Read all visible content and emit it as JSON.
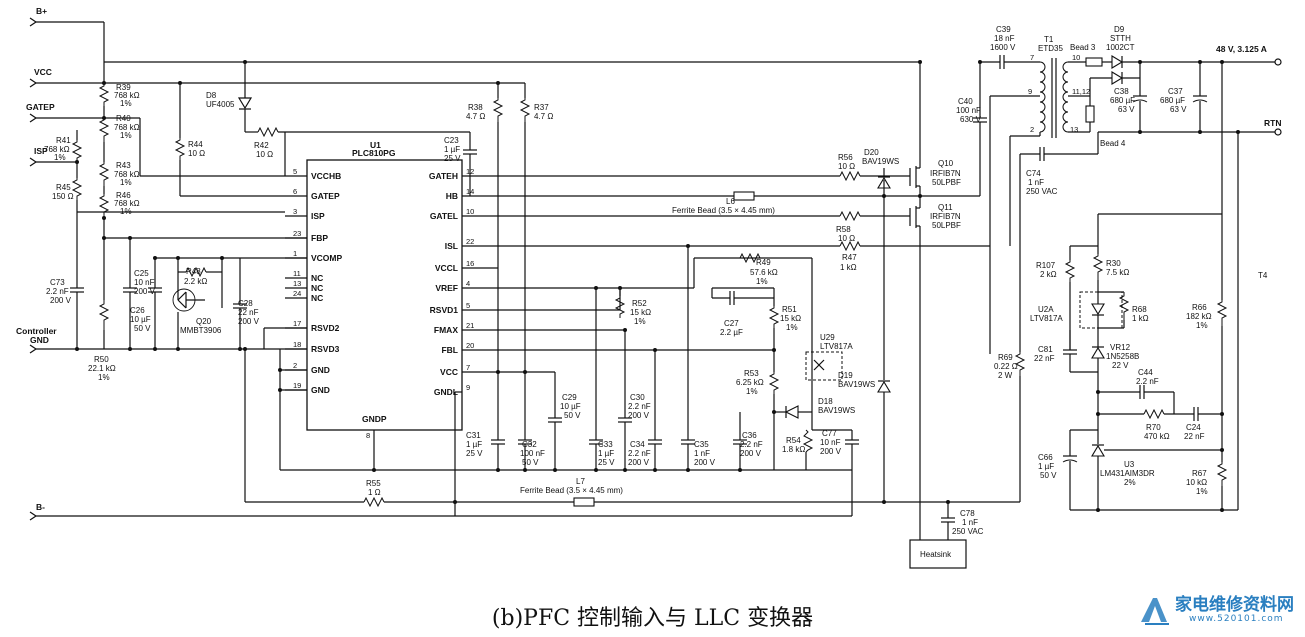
{
  "caption": "(b)PFC 控制输入与 LLC 变换器",
  "watermark": {
    "text": "家电维修资料网",
    "url": "www.520101.com"
  },
  "nets": {
    "bplus": "B+",
    "vcc": "VCC",
    "gatep": "GATEP",
    "isp": "ISP",
    "ctrl_gnd_1": "Controller",
    "ctrl_gnd_2": "GND",
    "bminus": "B-",
    "out": "48 V, 3.125 A",
    "rtn": "RTN"
  },
  "ic": {
    "ref": "U1",
    "part": "PLC810PG",
    "pins_left": [
      {
        "num": "5",
        "name": "VCCHB"
      },
      {
        "num": "6",
        "name": "GATEP"
      },
      {
        "num": "3",
        "name": "ISP"
      },
      {
        "num": "23",
        "name": "FBP"
      },
      {
        "num": "1",
        "name": "VCOMP"
      },
      {
        "num": "11",
        "name": "NC"
      },
      {
        "num": "13",
        "name": "NC"
      },
      {
        "num": "24",
        "name": "NC"
      },
      {
        "num": "17",
        "name": "RSVD2"
      },
      {
        "num": "18",
        "name": "RSVD3"
      },
      {
        "num": "2",
        "name": "GND"
      },
      {
        "num": "19",
        "name": "GND"
      }
    ],
    "pins_right": [
      {
        "num": "12",
        "name": "GATEH"
      },
      {
        "num": "14",
        "name": "HB"
      },
      {
        "num": "10",
        "name": "GATEL"
      },
      {
        "num": "22",
        "name": "ISL"
      },
      {
        "num": "16",
        "name": "VCCL"
      },
      {
        "num": "4",
        "name": "VREF"
      },
      {
        "num": "5",
        "name": "RSVD1"
      },
      {
        "num": "21",
        "name": "FMAX"
      },
      {
        "num": "20",
        "name": "FBL"
      },
      {
        "num": "7",
        "name": "VCC"
      },
      {
        "num": "9",
        "name": "GNDL"
      }
    ],
    "bottom_pin": {
      "num": "8",
      "name": "GNDP"
    }
  },
  "components": {
    "R39": {
      "ref": "R39",
      "v1": "768 kΩ",
      "v2": "1%"
    },
    "R40": {
      "ref": "R40",
      "v1": "768 kΩ",
      "v2": "1%"
    },
    "R41": {
      "ref": "R41",
      "v1": "768 kΩ",
      "v2": "1%"
    },
    "R43": {
      "ref": "R43",
      "v1": "768 kΩ",
      "v2": "1%"
    },
    "R46": {
      "ref": "R46",
      "v1": "768 kΩ",
      "v2": "1%"
    },
    "R45": {
      "ref": "R45",
      "v1": "150 Ω"
    },
    "R44": {
      "ref": "R44",
      "v1": "10 Ω"
    },
    "R42": {
      "ref": "R42",
      "v1": "10 Ω"
    },
    "D8": {
      "ref": "D8",
      "v1": "UF4005"
    },
    "R38": {
      "ref": "R38",
      "v1": "4.7 Ω"
    },
    "R37": {
      "ref": "R37",
      "v1": "4.7 Ω"
    },
    "C23": {
      "ref": "C23",
      "v1": "1 µF",
      "v2": "25 V"
    },
    "C73": {
      "ref": "C73",
      "v1": "2.2 nF",
      "v2": "200 V"
    },
    "R50": {
      "ref": "R50",
      "v1": "22.1 kΩ",
      "v2": "1%"
    },
    "C25": {
      "ref": "C25",
      "v1": "10 nF",
      "v2": "200 V"
    },
    "C26": {
      "ref": "C26",
      "v1": "10 µF",
      "v2": "50 V"
    },
    "R48": {
      "ref": "R48",
      "v1": "2.2 kΩ"
    },
    "Q20": {
      "ref": "Q20",
      "v1": "MMBT3906"
    },
    "C28": {
      "ref": "C28",
      "v1": "22 nF",
      "v2": "200 V"
    },
    "R56": {
      "ref": "R56",
      "v1": "10 Ω"
    },
    "D20": {
      "ref": "D20",
      "v1": "BAV19WS"
    },
    "Q10": {
      "ref": "Q10",
      "v1": "IRFIB7N",
      "v2": "50LPBF"
    },
    "Q11": {
      "ref": "Q11",
      "v1": "IRFIB7N",
      "v2": "50LPBF"
    },
    "L6": {
      "ref": "L6",
      "v1": "Ferrite Bead (3.5 × 4.45 mm)"
    },
    "R58": {
      "ref": "R58",
      "v1": "10 Ω"
    },
    "R47": {
      "ref": "R47",
      "v1": "1 kΩ"
    },
    "R49": {
      "ref": "R49",
      "v1": "57.6 kΩ",
      "v2": "1%"
    },
    "R52": {
      "ref": "R52",
      "v1": "15 kΩ",
      "v2": "1%"
    },
    "C27": {
      "ref": "C27",
      "v1": "2.2 µF"
    },
    "R51": {
      "ref": "R51",
      "v1": "15 kΩ",
      "v2": "1%"
    },
    "U29": {
      "ref": "U29",
      "v1": "LTV817A"
    },
    "R53": {
      "ref": "R53",
      "v1": "6.25 kΩ",
      "v2": "1%"
    },
    "D19": {
      "ref": "D19",
      "v1": "BAV19WS"
    },
    "D18": {
      "ref": "D18",
      "v1": "BAV19WS"
    },
    "C31": {
      "ref": "C31",
      "v1": "1 µF",
      "v2": "25 V"
    },
    "C32": {
      "ref": "C32",
      "v1": "100 nF",
      "v2": "50 V"
    },
    "C29": {
      "ref": "C29",
      "v1": "10 µF",
      "v2": "50 V"
    },
    "C33": {
      "ref": "C33",
      "v1": "1 µF",
      "v2": "25 V"
    },
    "C30": {
      "ref": "C30",
      "v1": "2.2 nF",
      "v2": "200 V"
    },
    "C34": {
      "ref": "C34",
      "v1": "2.2 nF",
      "v2": "200 V"
    },
    "C35": {
      "ref": "C35",
      "v1": "1 nF",
      "v2": "200 V"
    },
    "C36": {
      "ref": "C36",
      "v1": "2.2 nF",
      "v2": "200 V"
    },
    "R54": {
      "ref": "R54",
      "v1": "1.8 kΩ"
    },
    "C77": {
      "ref": "C77",
      "v1": "10 nF",
      "v2": "200 V"
    },
    "R55": {
      "ref": "R55",
      "v1": "1 Ω"
    },
    "L7": {
      "ref": "L7",
      "v1": "Ferrite Bead (3.5 × 4.45 mm)"
    },
    "C78": {
      "ref": "C78",
      "v1": "1 nF",
      "v2": "250 VAC"
    },
    "heatsink": {
      "ref": "Heatsink"
    },
    "C39": {
      "ref": "C39",
      "v1": "18 nF",
      "v2": "1600 V"
    },
    "C40": {
      "ref": "C40",
      "v1": "100 nF",
      "v2": "630 V"
    },
    "R69": {
      "ref": "R69",
      "v1": "0.22 Ω",
      "v2": "2 W"
    },
    "T1": {
      "ref": "T1",
      "v1": "ETD35"
    },
    "bead3": {
      "ref": "Bead 3"
    },
    "bead4": {
      "ref": "Bead 4"
    },
    "D9": {
      "ref": "D9",
      "v1": "STTH",
      "v2": "1002CT"
    },
    "C38": {
      "ref": "C38",
      "v1": "680 µF",
      "v2": "63 V"
    },
    "C37": {
      "ref": "C37",
      "v1": "680 µF",
      "v2": "63 V"
    },
    "C74": {
      "ref": "C74",
      "v1": "1 nF",
      "v2": "250 VAC"
    },
    "R107": {
      "ref": "R107",
      "v1": "2 kΩ"
    },
    "R30": {
      "ref": "R30",
      "v1": "7.5 kΩ"
    },
    "U2A": {
      "ref": "U2A",
      "v1": "LTV817A"
    },
    "R68": {
      "ref": "R68",
      "v1": "1 kΩ"
    },
    "C81": {
      "ref": "C81",
      "v1": "22 nF"
    },
    "VR12": {
      "ref": "VR12",
      "v1": "1N5258B",
      "v2": "22 V"
    },
    "C44": {
      "ref": "C44",
      "v1": "2.2 nF"
    },
    "R70": {
      "ref": "R70",
      "v1": "470 kΩ"
    },
    "C24": {
      "ref": "C24",
      "v1": "22 nF"
    },
    "C66": {
      "ref": "C66",
      "v1": "1 µF",
      "v2": "50 V"
    },
    "U3": {
      "ref": "U3",
      "v1": "LM431AIM3DR",
      "v2": "2%"
    },
    "R67": {
      "ref": "R67",
      "v1": "10 kΩ",
      "v2": "1%"
    },
    "R66": {
      "ref": "R66",
      "v1": "182 kΩ",
      "v2": "1%"
    },
    "T4": {
      "ref": "T4"
    }
  },
  "pin_numbers": {
    "t1_p7": "7",
    "t1_p9": "9",
    "t1_p2": "2",
    "t1_p10": "10",
    "t1_p1112": "11,12",
    "t1_p13": "13",
    "u1_p8": "8"
  }
}
